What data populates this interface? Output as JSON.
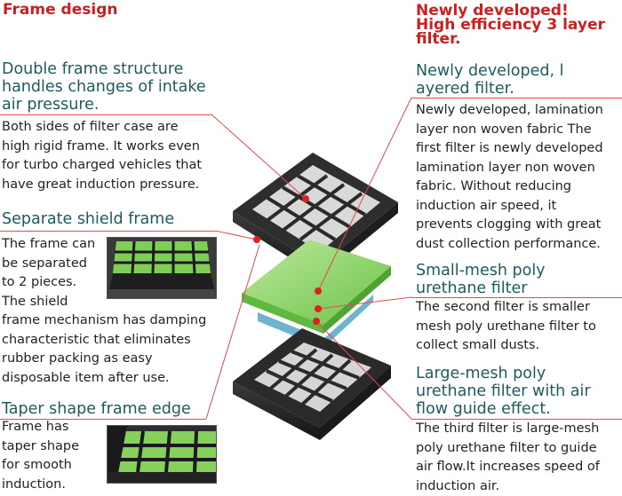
{
  "header_left": "Frame design",
  "header_right": [
    "Newly developed!",
    "High efficiency 3 layer",
    "filter."
  ],
  "left": [
    {
      "title": [
        "Double frame structure",
        "handles changes of intake",
        "air pressure."
      ],
      "body": [
        "Both sides of filter case are",
        "high rigid frame. It works even",
        "for turbo charged vehicles that",
        "have great induction pressure."
      ]
    },
    {
      "title": [
        "Separate shield frame"
      ],
      "body_short": [
        "The frame can",
        "be separated",
        "to 2 pieces.",
        "The shield"
      ],
      "body": [
        "frame mechanism has damping",
        "characteristic that eliminates",
        "rubber packing as easy",
        "disposable item after use."
      ]
    },
    {
      "title": [
        "Taper shape frame edge"
      ],
      "body": [
        "Frame has",
        "taper shape",
        "for smooth",
        "induction."
      ]
    }
  ],
  "right": [
    {
      "title": [
        "Newly developed, l",
        "ayered filter."
      ],
      "body": [
        "Newly developed, lamination",
        "layer non woven fabric The",
        "first filter is newly developed",
        "lamination layer non woven",
        "fabric. Without reducing",
        "induction air speed, it",
        "prevents clogging with great",
        "dust collection performance."
      ]
    },
    {
      "title": [
        "Small-mesh poly",
        "urethane filter"
      ],
      "body": [
        "The second filter is smaller",
        "mesh poly urethane filter to",
        "collect small dusts."
      ]
    },
    {
      "title": [
        "Large-mesh poly",
        "urethane filter with air",
        "flow guide effect."
      ],
      "body": [
        "The third filter is large-mesh",
        "poly urethane filter to guide",
        "air flow.It increases speed of",
        "induction air."
      ]
    }
  ],
  "colors": {
    "header_red": "#cc1f1f",
    "title_teal": "#1d5c5c",
    "leader_red": "#e5484d",
    "filter_green": "#8dd35f",
    "frame_black": "#2b2b2b"
  }
}
